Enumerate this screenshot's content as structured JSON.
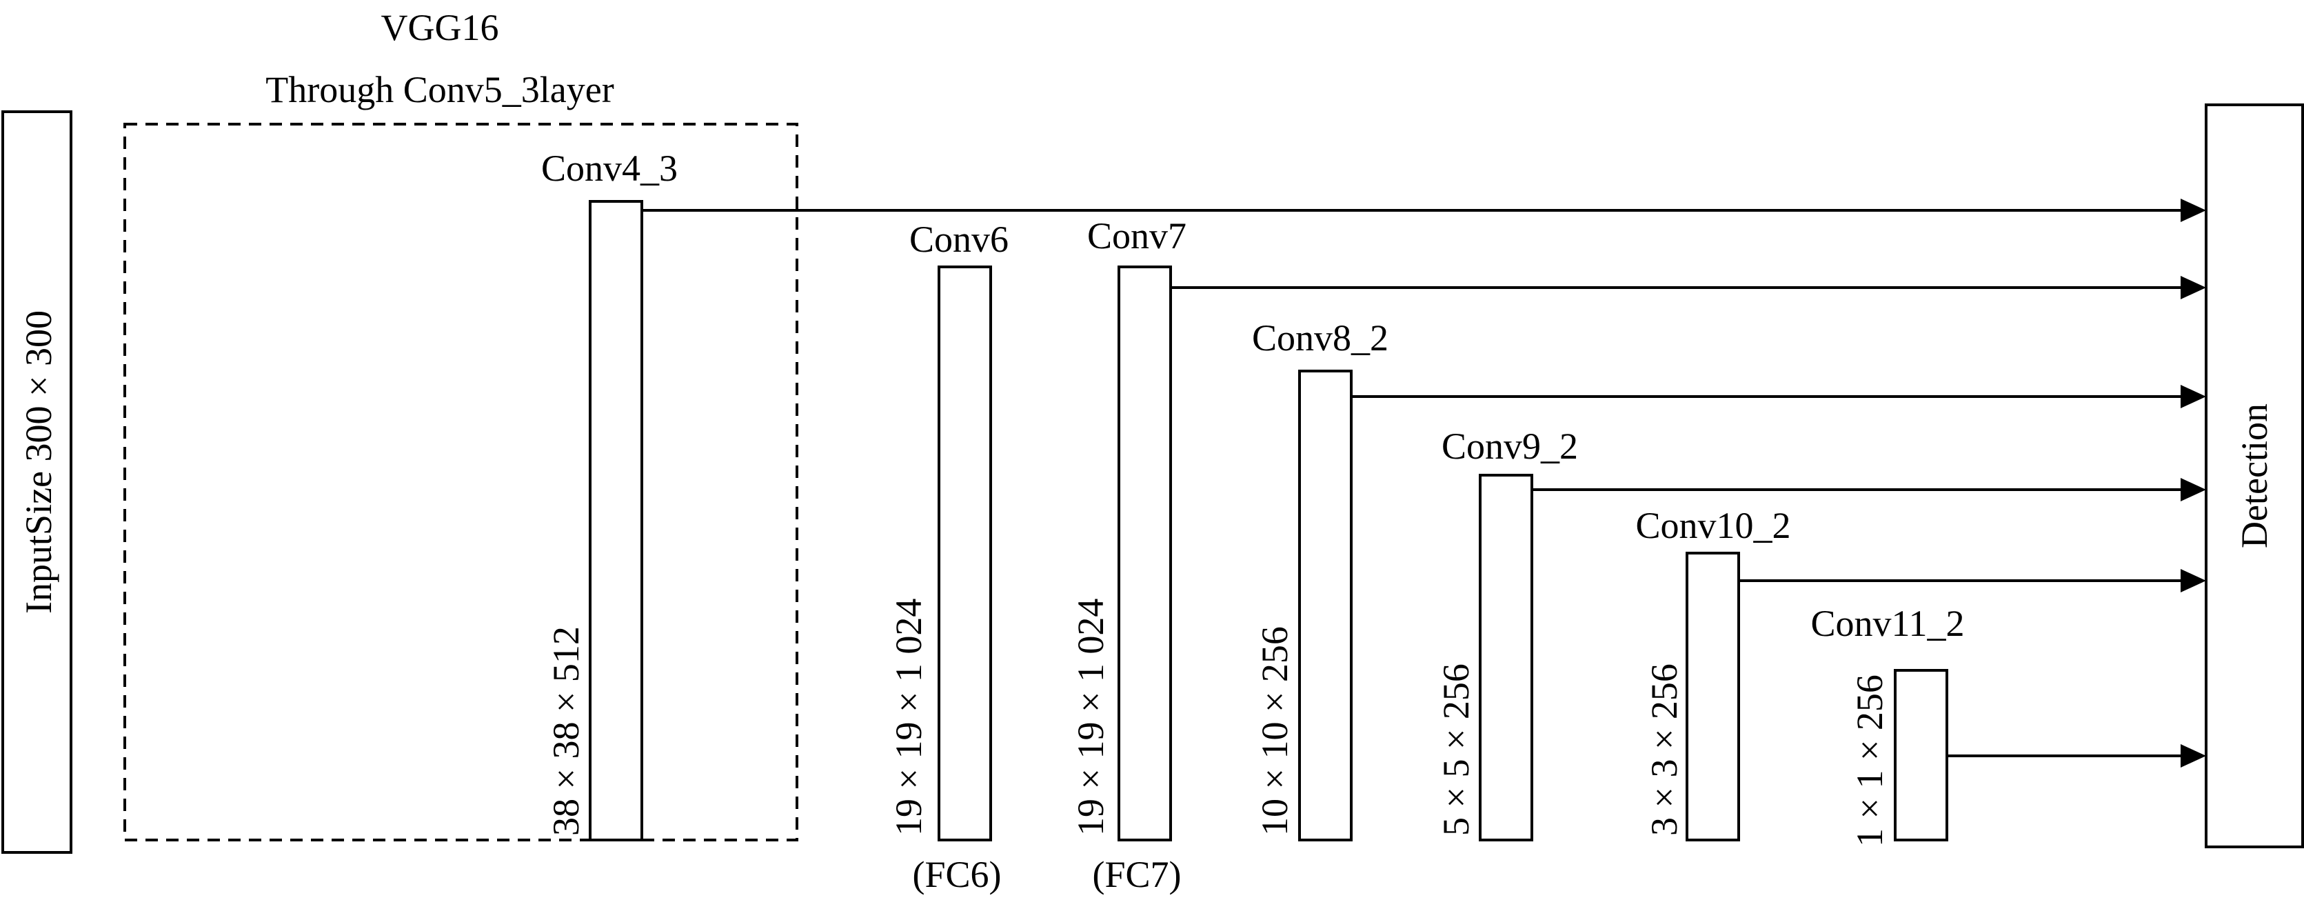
{
  "backbone": {
    "title": "VGG16",
    "subtitle": "Through Conv5_3layer"
  },
  "input": {
    "label": "InputSize 300 × 300"
  },
  "output": {
    "label": "Detection"
  },
  "layers": [
    {
      "id": "conv4_3",
      "name": "Conv4_3",
      "size": "38 × 38 × 512",
      "note": ""
    },
    {
      "id": "conv6",
      "name": "Conv6",
      "size": "19 × 19 × 1 024",
      "note": "(FC6)"
    },
    {
      "id": "conv7",
      "name": "Conv7",
      "size": "19 × 19 × 1 024",
      "note": "(FC7)"
    },
    {
      "id": "conv8_2",
      "name": "Conv8_2",
      "size": "10 × 10 × 256",
      "note": ""
    },
    {
      "id": "conv9_2",
      "name": "Conv9_2",
      "size": "5 × 5 × 256",
      "note": ""
    },
    {
      "id": "conv10_2",
      "name": "Conv10_2",
      "size": "3 × 3 × 256",
      "note": ""
    },
    {
      "id": "conv11_2",
      "name": "Conv11_2",
      "size": "1 × 1 × 256",
      "note": ""
    }
  ]
}
